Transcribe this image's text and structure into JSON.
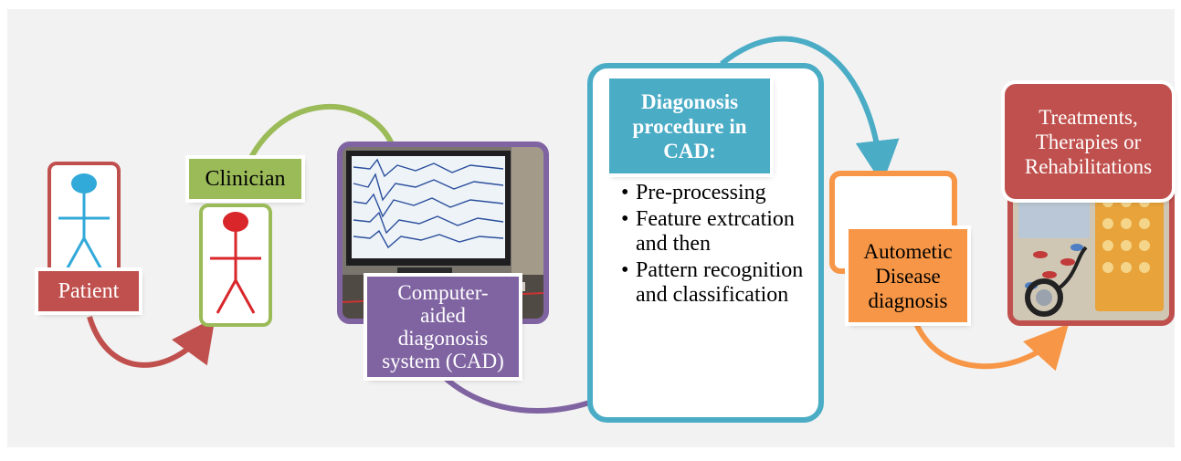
{
  "patient": {
    "label": "Patient"
  },
  "clinician": {
    "label": "Clinician"
  },
  "cad": {
    "label_lines": [
      "Computer-",
      "aided",
      "diagonosis",
      "system (CAD)"
    ]
  },
  "procedure": {
    "title_lines": [
      "Diagonosis",
      "procedure in",
      "CAD:"
    ],
    "steps": [
      "Pre-processing",
      "Feature extrcation and then",
      "Pattern recognition and classification"
    ]
  },
  "automatic": {
    "label_lines": [
      "Autometic",
      "Disease",
      "diagnosis"
    ]
  },
  "treatments": {
    "label_lines": [
      "Treatments,",
      "Therapies or",
      "Rehabilitations"
    ]
  },
  "colors": {
    "red": "#c0504d",
    "green": "#9bbb59",
    "purple": "#8064a2",
    "teal": "#4bacc6",
    "orange": "#f79646",
    "person_blue": "#31a9d9",
    "person_red": "#d9262b"
  }
}
